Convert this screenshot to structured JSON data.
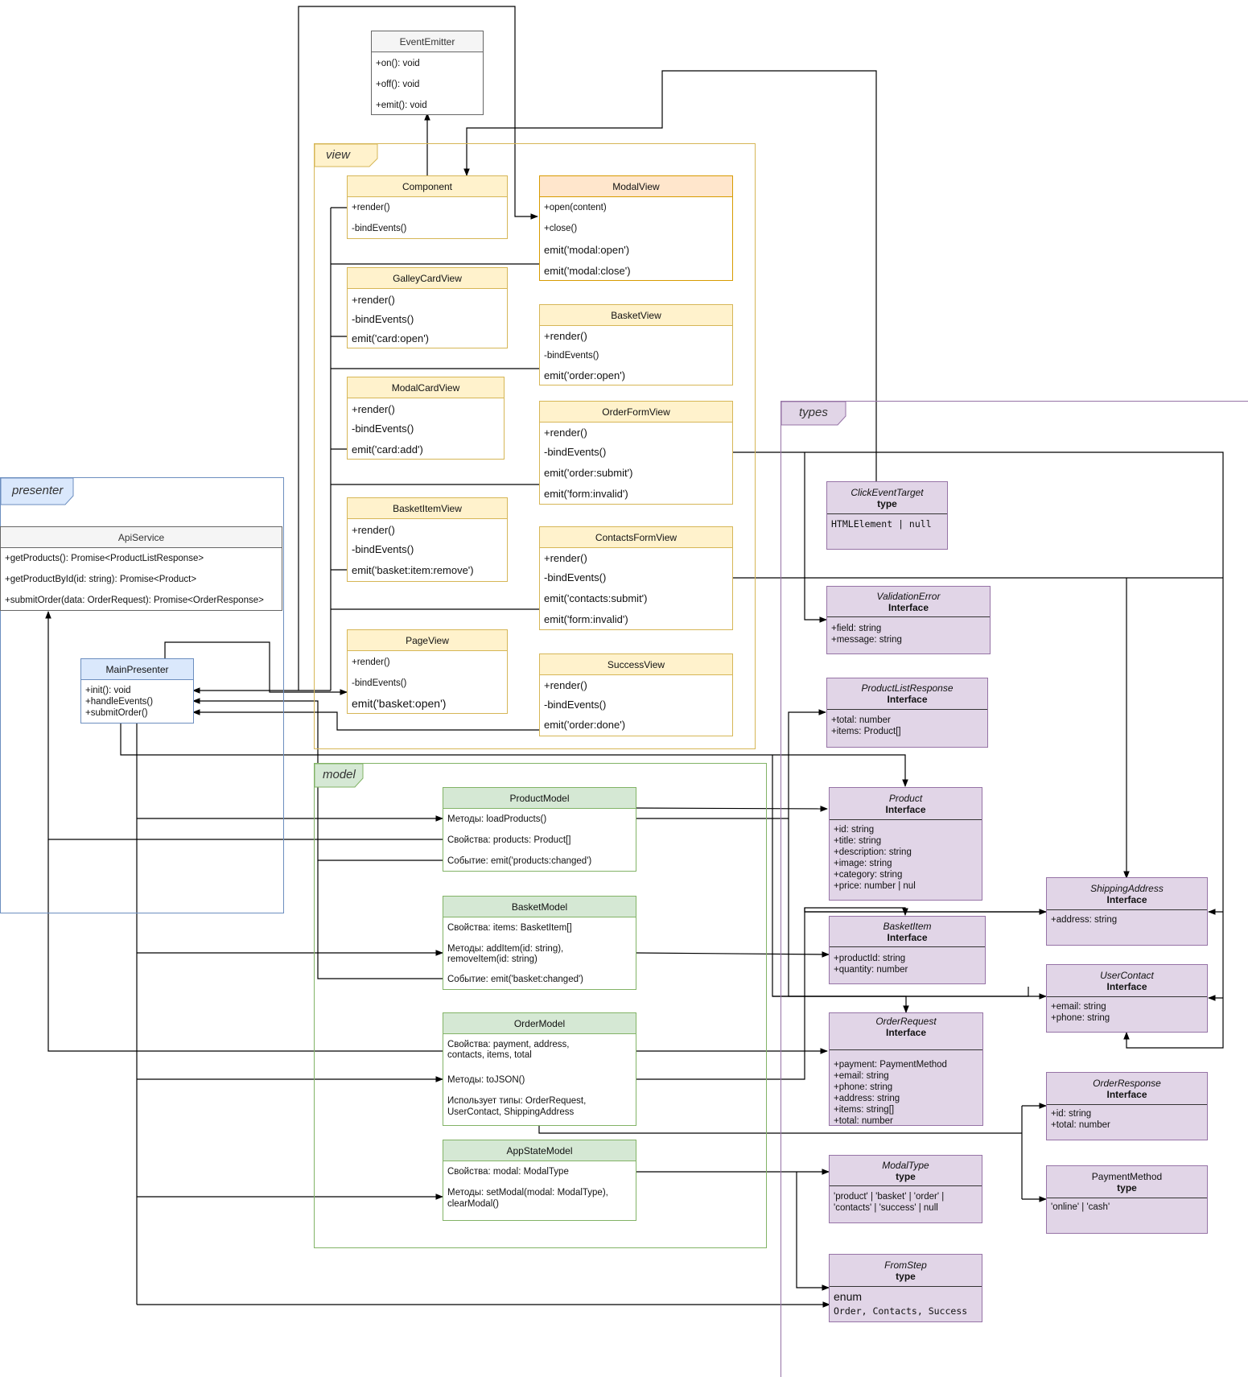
{
  "frames": {
    "view": "view",
    "presenter": "presenter",
    "model": "model",
    "types": "types"
  },
  "classes": {
    "event_emitter": {
      "name": "EventEmitter",
      "members": [
        "+on(): void",
        "+off(): void",
        "+emit(): void"
      ]
    },
    "component": {
      "name": "Component",
      "members": [
        "+render()",
        "-bindEvents()"
      ]
    },
    "modal_view": {
      "name": "ModalView",
      "members": [
        "+open(content)",
        "+close()",
        "emit('modal:open')",
        "emit('modal:close')"
      ]
    },
    "galley_card_view": {
      "name": "GalleyCardView",
      "members": [
        "+render()",
        "-bindEvents()",
        "emit('card:open')"
      ]
    },
    "basket_view": {
      "name": "BasketView",
      "members": [
        "+render()",
        "-bindEvents()",
        "emit('order:open')"
      ]
    },
    "modal_card_view": {
      "name": "ModalCardView",
      "members": [
        "+render()",
        "-bindEvents()",
        "emit('card:add')"
      ]
    },
    "order_form_view": {
      "name": "OrderFormView",
      "members": [
        "+render()",
        "-bindEvents()",
        "emit('order:submit')",
        "emit('form:invalid')"
      ]
    },
    "basket_item_view": {
      "name": "BasketItemView",
      "members": [
        "+render()",
        "-bindEvents()",
        "emit('basket:item:remove')"
      ]
    },
    "contacts_form_view": {
      "name": "ContactsFormView",
      "members": [
        "+render()",
        "-bindEvents()",
        "emit('contacts:submit')",
        "emit('form:invalid')"
      ]
    },
    "page_view": {
      "name": "PageView",
      "members": [
        "+render()",
        "-bindEvents()",
        "emit('basket:open')"
      ]
    },
    "success_view": {
      "name": "SuccessView",
      "members": [
        "+render()",
        "-bindEvents()",
        "emit('order:done')"
      ]
    },
    "api_service": {
      "name": "ApiService",
      "members": [
        "+getProducts(): Promise<ProductListResponse>",
        "+getProductById(id: string): Promise<Product>",
        "+submitOrder(data: OrderRequest): Promise<OrderResponse>"
      ]
    },
    "main_presenter": {
      "name": "MainPresenter",
      "members": [
        "+init(): void",
        "+handleEvents()",
        "+submitOrder()"
      ]
    },
    "product_model": {
      "name": "ProductModel",
      "members": [
        "Методы: loadProducts()",
        "Свойства: products: Product[]",
        "Событие: emit('products:changed')"
      ]
    },
    "basket_model": {
      "name": "BasketModel",
      "members": [
        "Свойства: items: BasketItem[]",
        "Методы: addItem(id: string),",
        "removeItem(id: string)",
        "Событие: emit('basket:changed')"
      ]
    },
    "order_model": {
      "name": "OrderModel",
      "members": [
        "Свойства: payment, address,",
        "contacts, items, total",
        "Методы: toJSON()",
        "Использует типы: OrderRequest,",
        "UserContact, ShippingAddress"
      ]
    },
    "app_state_model": {
      "name": "AppStateModel",
      "members": [
        "Свойства: modal: ModalType",
        "Методы: setModal(modal: ModalType),",
        " clearModal()"
      ]
    }
  },
  "types": {
    "click_event_target": {
      "name": "ClickEventTarget",
      "stereo": "type",
      "members": [
        "HTMLElement | null"
      ]
    },
    "validation_error": {
      "name": "ValidationError",
      "stereo": "Interface",
      "members": [
        "+field: string",
        "+message: string"
      ]
    },
    "product_list_response": {
      "name": "ProductListResponse",
      "stereo": "Interface",
      "members": [
        "+total: number",
        "+items: Product[]"
      ]
    },
    "product": {
      "name": "Product",
      "stereo": "Interface",
      "members": [
        "+id: string",
        "+title: string",
        "+description: string",
        "+image: string",
        "+category: string",
        "+price: number | nul"
      ]
    },
    "shipping_address": {
      "name": "ShippingAddress",
      "stereo": "Interface",
      "members": [
        "+address: string"
      ]
    },
    "basket_item": {
      "name": "BasketItem",
      "stereo": "Interface",
      "members": [
        "+productId: string",
        "+quantity: number"
      ]
    },
    "user_contact": {
      "name": "UserContact",
      "stereo": "Interface",
      "members": [
        "+email: string",
        "+phone: string"
      ]
    },
    "order_request": {
      "name": "OrderRequest",
      "stereo": "Interface",
      "members": [
        "+payment: PaymentMethod",
        "+email: string",
        "+phone: string",
        "+address: string",
        "+items: string[]",
        "+total: number"
      ]
    },
    "order_response": {
      "name": "OrderResponse",
      "stereo": "Interface",
      "members": [
        "+id: string",
        "+total: number"
      ]
    },
    "modal_type": {
      "name": "ModalType",
      "stereo": "type",
      "members": [
        "'product' | 'basket' | 'order' |",
        "'contacts' | 'success' | null"
      ]
    },
    "payment_method": {
      "name": "PaymentMethod",
      "stereo": "type",
      "members": [
        "'online' | 'cash'"
      ]
    },
    "from_step": {
      "name": "FromStep",
      "stereo": "type",
      "members": [
        "enum",
        "Order, Contacts, Success"
      ]
    }
  },
  "colors": {
    "view_fill": "#fff2cc",
    "view_stroke": "#d6b656",
    "modal_fill": "#ffe6cc",
    "modal_stroke": "#d79b00",
    "presenter_fill": "#dae8fc",
    "presenter_stroke": "#6c8ebf",
    "model_fill": "#d5e8d4",
    "model_stroke": "#82b366",
    "types_fill": "#e1d5e7",
    "types_stroke": "#9673a6",
    "neutral_fill": "#f5f5f5",
    "neutral_stroke": "#666666"
  }
}
